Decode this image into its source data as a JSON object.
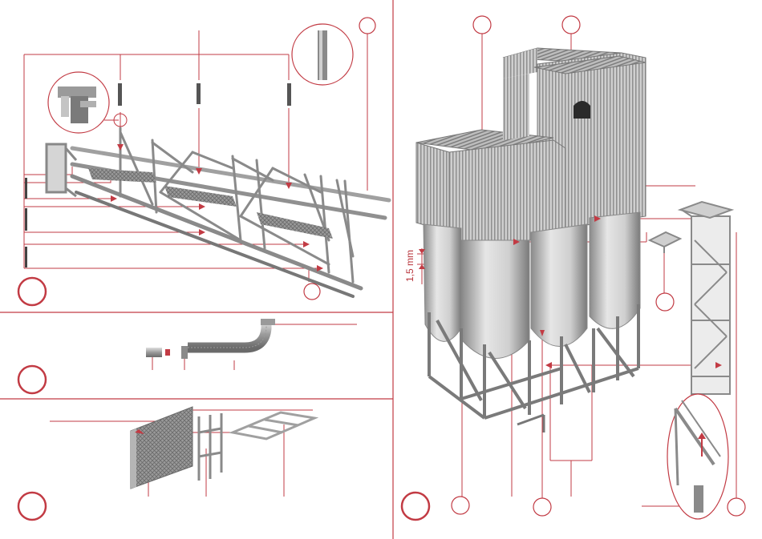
{
  "page": {
    "accent_color": "#b8343b",
    "line_color": "#c23b44",
    "structure_light": "#d9d9d9",
    "structure_mid": "#a8a8a8",
    "structure_dark": "#6e6e6e"
  },
  "panels": [
    {
      "name": "gantry-truss-assembly",
      "step_number": ""
    },
    {
      "name": "chute-pipe-assembly",
      "step_number": ""
    },
    {
      "name": "wall-panel-assembly",
      "step_number": ""
    },
    {
      "name": "silo-tower-assembly",
      "step_number": ""
    }
  ],
  "dimension": {
    "label": "1,5 mm"
  }
}
